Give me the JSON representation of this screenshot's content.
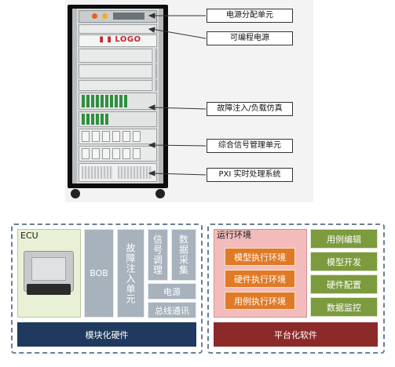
{
  "top": {
    "logo_text": "▮ ▮ LOGO",
    "callouts": [
      "电源分配单元",
      "可编程电源",
      "故障注入/负载仿真",
      "综合信号管理单元",
      "PXI 实时处理系统"
    ]
  },
  "bottom": {
    "hardware": {
      "ecu_label": "ECU",
      "bob_label": "BOB",
      "fault_unit_label": "故障注入单元",
      "signal_cond_label": "信号调理",
      "data_acq_label": "数据采集",
      "power_label": "电源",
      "bus_comm_label": "总线通讯",
      "footer_label": "模块化硬件"
    },
    "software": {
      "runtime_title": "运行环境",
      "runtime_items": [
        "模型执行环境",
        "硬件执行环境",
        "用例执行环境"
      ],
      "tools": [
        "用例编辑",
        "模型开发",
        "硬件配置",
        "数据监控"
      ],
      "footer_label": "平台化软件"
    }
  },
  "colors": {
    "navy": "#1f3a5e",
    "maroon": "#8c2a2a",
    "grey_block": "#a7b2bd",
    "green": "#7c9a3e",
    "orange": "#e07a27",
    "pink_panel": "#f2bcbc",
    "ecu_panel": "#e8f1d6"
  }
}
